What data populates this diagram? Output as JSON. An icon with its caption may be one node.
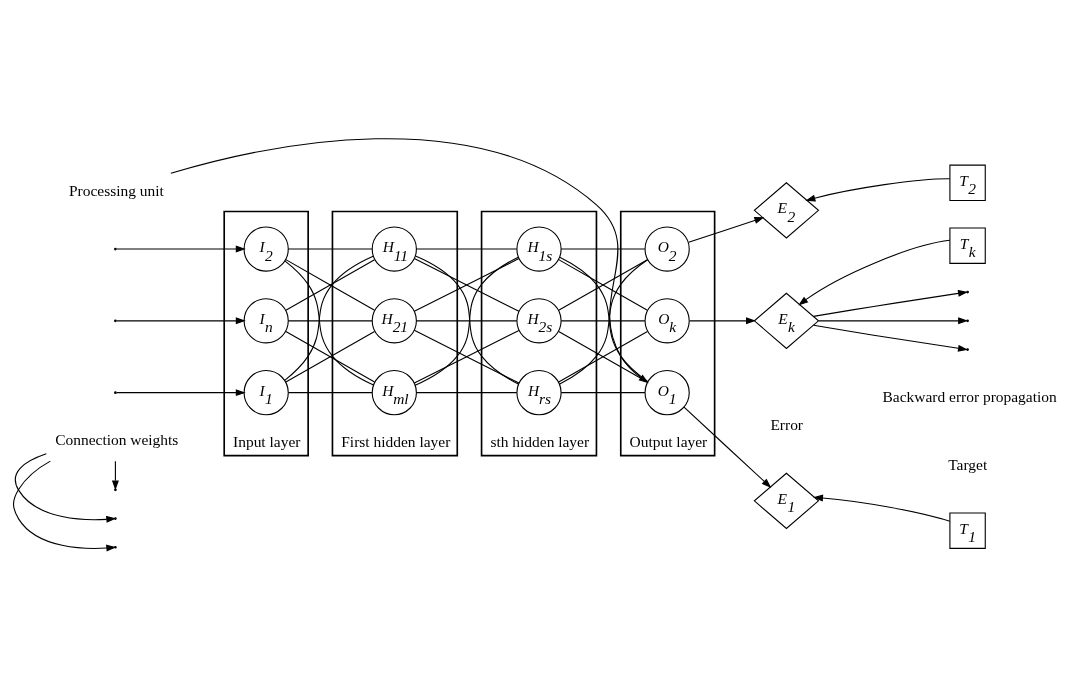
{
  "diagram": {
    "nodes": [
      {
        "text": [
          "Connection weights"
        ]
      },
      {
        "text": [
          "Processing unit"
        ]
      },
      {
        "text": [
          "Input layer"
        ]
      },
      {
        "text": [
          "I$_{1}$"
        ],
        "in": 2
      },
      {
        "text": [
          "I$_{2}$"
        ],
        "in": 2
      },
      {
        "text": [
          "I$_{n}$"
        ],
        "in": 2
      },
      {
        "text": [
          "First hidden layer"
        ]
      },
      {
        "text": [
          "H$_{11}$"
        ],
        "in": 6
      },
      {
        "text": [
          "H$_{21}$"
        ],
        "in": 6
      },
      {
        "text": [
          "H$_{ml}$"
        ],
        "in": 6
      },
      {
        "text": [
          "sth hidden layer"
        ]
      },
      {
        "text": [
          "H$_{1s}$"
        ],
        "in": 10
      },
      {
        "text": [
          "H$_{2s}$"
        ],
        "in": 10
      },
      {
        "text": [
          "H$_{rs}$"
        ],
        "in": 10
      },
      {
        "text": [
          "Output layer"
        ]
      },
      {
        "text": [
          "O$_{1}$"
        ],
        "in": 14
      },
      {
        "text": [
          "O$_{2}$"
        ],
        "in": 14
      },
      {
        "text": [
          "O$_{k}$"
        ],
        "in": 14
      },
      {
        "text": [
          "E$_{1}$"
        ]
      },
      {
        "text": [
          "E$_{2}$"
        ]
      },
      {
        "text": [
          "E$_{k}$"
        ]
      },
      {
        "text": [
          "T$_{1}$"
        ]
      },
      {
        "text": [
          "T$_{2}$"
        ]
      },
      {
        "text": [
          "T$_{k}$"
        ]
      }
    ],
    "edges": [
      {
        "from": null,
        "to": 3,
        "arrow": "to"
      },
      {
        "from": null,
        "to": 4,
        "arrow": "to"
      },
      {
        "from": null,
        "to": 5,
        "arrow": "to"
      },
      {
        "from": 3,
        "to": 7,
        "arrow": "none"
      },
      {
        "from": 3,
        "to": 8,
        "arrow": "none"
      },
      {
        "from": 3,
        "to": 9,
        "arrow": "none"
      },
      {
        "from": 4,
        "to": 7,
        "arrow": "none"
      },
      {
        "from": 4,
        "to": 8,
        "arrow": "none"
      },
      {
        "from": 4,
        "to": 9,
        "arrow": "none"
      },
      {
        "from": 5,
        "to": 7,
        "arrow": "none"
      },
      {
        "from": 5,
        "to": 8,
        "arrow": "none"
      },
      {
        "from": 5,
        "to": 9,
        "arrow": "none"
      },
      {
        "from": 7,
        "to": 11,
        "arrow": "none"
      },
      {
        "from": 7,
        "to": 12,
        "arrow": "none"
      },
      {
        "from": 7,
        "to": 13,
        "arrow": "none"
      },
      {
        "from": 8,
        "to": 11,
        "arrow": "none"
      },
      {
        "from": 8,
        "to": 12,
        "arrow": "none"
      },
      {
        "from": 8,
        "to": 13,
        "arrow": "none"
      },
      {
        "from": 9,
        "to": 11,
        "arrow": "none"
      },
      {
        "from": 9,
        "to": 12,
        "arrow": "none"
      },
      {
        "from": 9,
        "to": 13,
        "arrow": "none"
      },
      {
        "from": 11,
        "to": 15,
        "arrow": "none"
      },
      {
        "from": 11,
        "to": 16,
        "arrow": "none"
      },
      {
        "from": 11,
        "to": 17,
        "arrow": "none"
      },
      {
        "from": 12,
        "to": 15,
        "arrow": "none"
      },
      {
        "from": 12,
        "to": 16,
        "arrow": "none"
      },
      {
        "from": 12,
        "to": 17,
        "arrow": "none"
      },
      {
        "from": 13,
        "to": 15,
        "arrow": "none"
      },
      {
        "from": 13,
        "to": 16,
        "arrow": "none"
      },
      {
        "from": 13,
        "to": 17,
        "arrow": "none"
      },
      {
        "from": 15,
        "to": 18,
        "arrow": "to"
      },
      {
        "from": 16,
        "to": 19,
        "arrow": "to"
      },
      {
        "from": 17,
        "to": 20,
        "arrow": "to"
      },
      {
        "from": 21,
        "to": 18,
        "arrow": "to"
      },
      {
        "from": 22,
        "to": 19,
        "arrow": "to"
      },
      {
        "from": 23,
        "to": 20,
        "arrow": "to"
      },
      {
        "from": 0,
        "to": null,
        "arrow": "to"
      },
      {
        "from": 0,
        "to": null,
        "arrow": "to"
      },
      {
        "from": 0,
        "to": null,
        "arrow": "to"
      },
      {
        "from": 1,
        "to": 15,
        "arrow": "to"
      },
      {
        "from": 20,
        "to": null,
        "arrow": "to"
      },
      {
        "from": 20,
        "to": null,
        "arrow": "to"
      },
      {
        "from": 20,
        "to": null,
        "arrow": "to"
      }
    ],
    "labels": [
      "Error",
      "Target",
      "Backward error propagation"
    ]
  }
}
